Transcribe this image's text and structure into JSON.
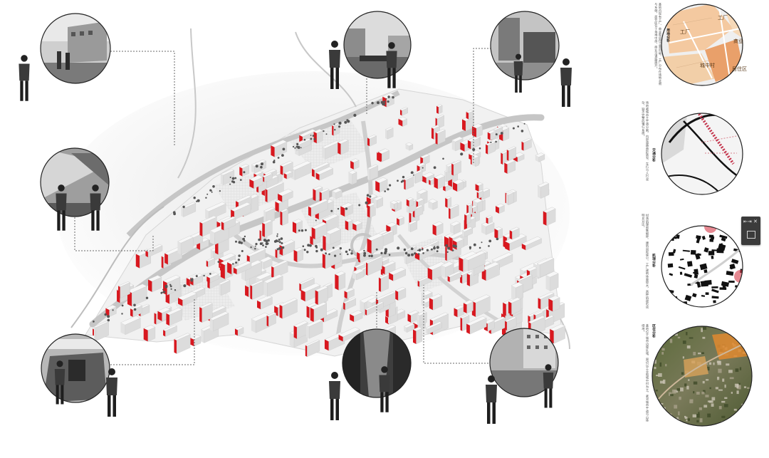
{
  "map_labels": {
    "a1": "工厂",
    "a2": "工厂",
    "b1": "商业",
    "b2": "居住区",
    "c1": "城中村"
  },
  "side_titles": {
    "t1": "用地分析",
    "t2": "交通分析",
    "t3": "肌理分析",
    "t4": "区位分析"
  },
  "side_texts": {
    "p1": "基地内现有工厂、商业和居住三类用地，工厂分布在场地北侧与东侧，居住区位于场地中部，商业沿道路展开。",
    "p2": "场地被城市主干道分割，内部道路曲折狭窄，车行与人行混杂，缺乏完整的慢行系统。",
    "p3": "村落肌理密集细碎，建筑间距狭小，工厂建筑体量较大，两种肌理形成明显对比。",
    "p4": "基地位于城市边缘区域，周边以工业和城中村为主，紧邻城市干道与山体绿地。"
  },
  "panel_icons": {
    "expand": "⇤⇥",
    "close": "✕"
  },
  "colors": {
    "accent_red": "#d8181f",
    "road_gray": "#c6c6c6",
    "landuse_orange": "#e9a06a",
    "landuse_peach": "#f4c9a0"
  }
}
